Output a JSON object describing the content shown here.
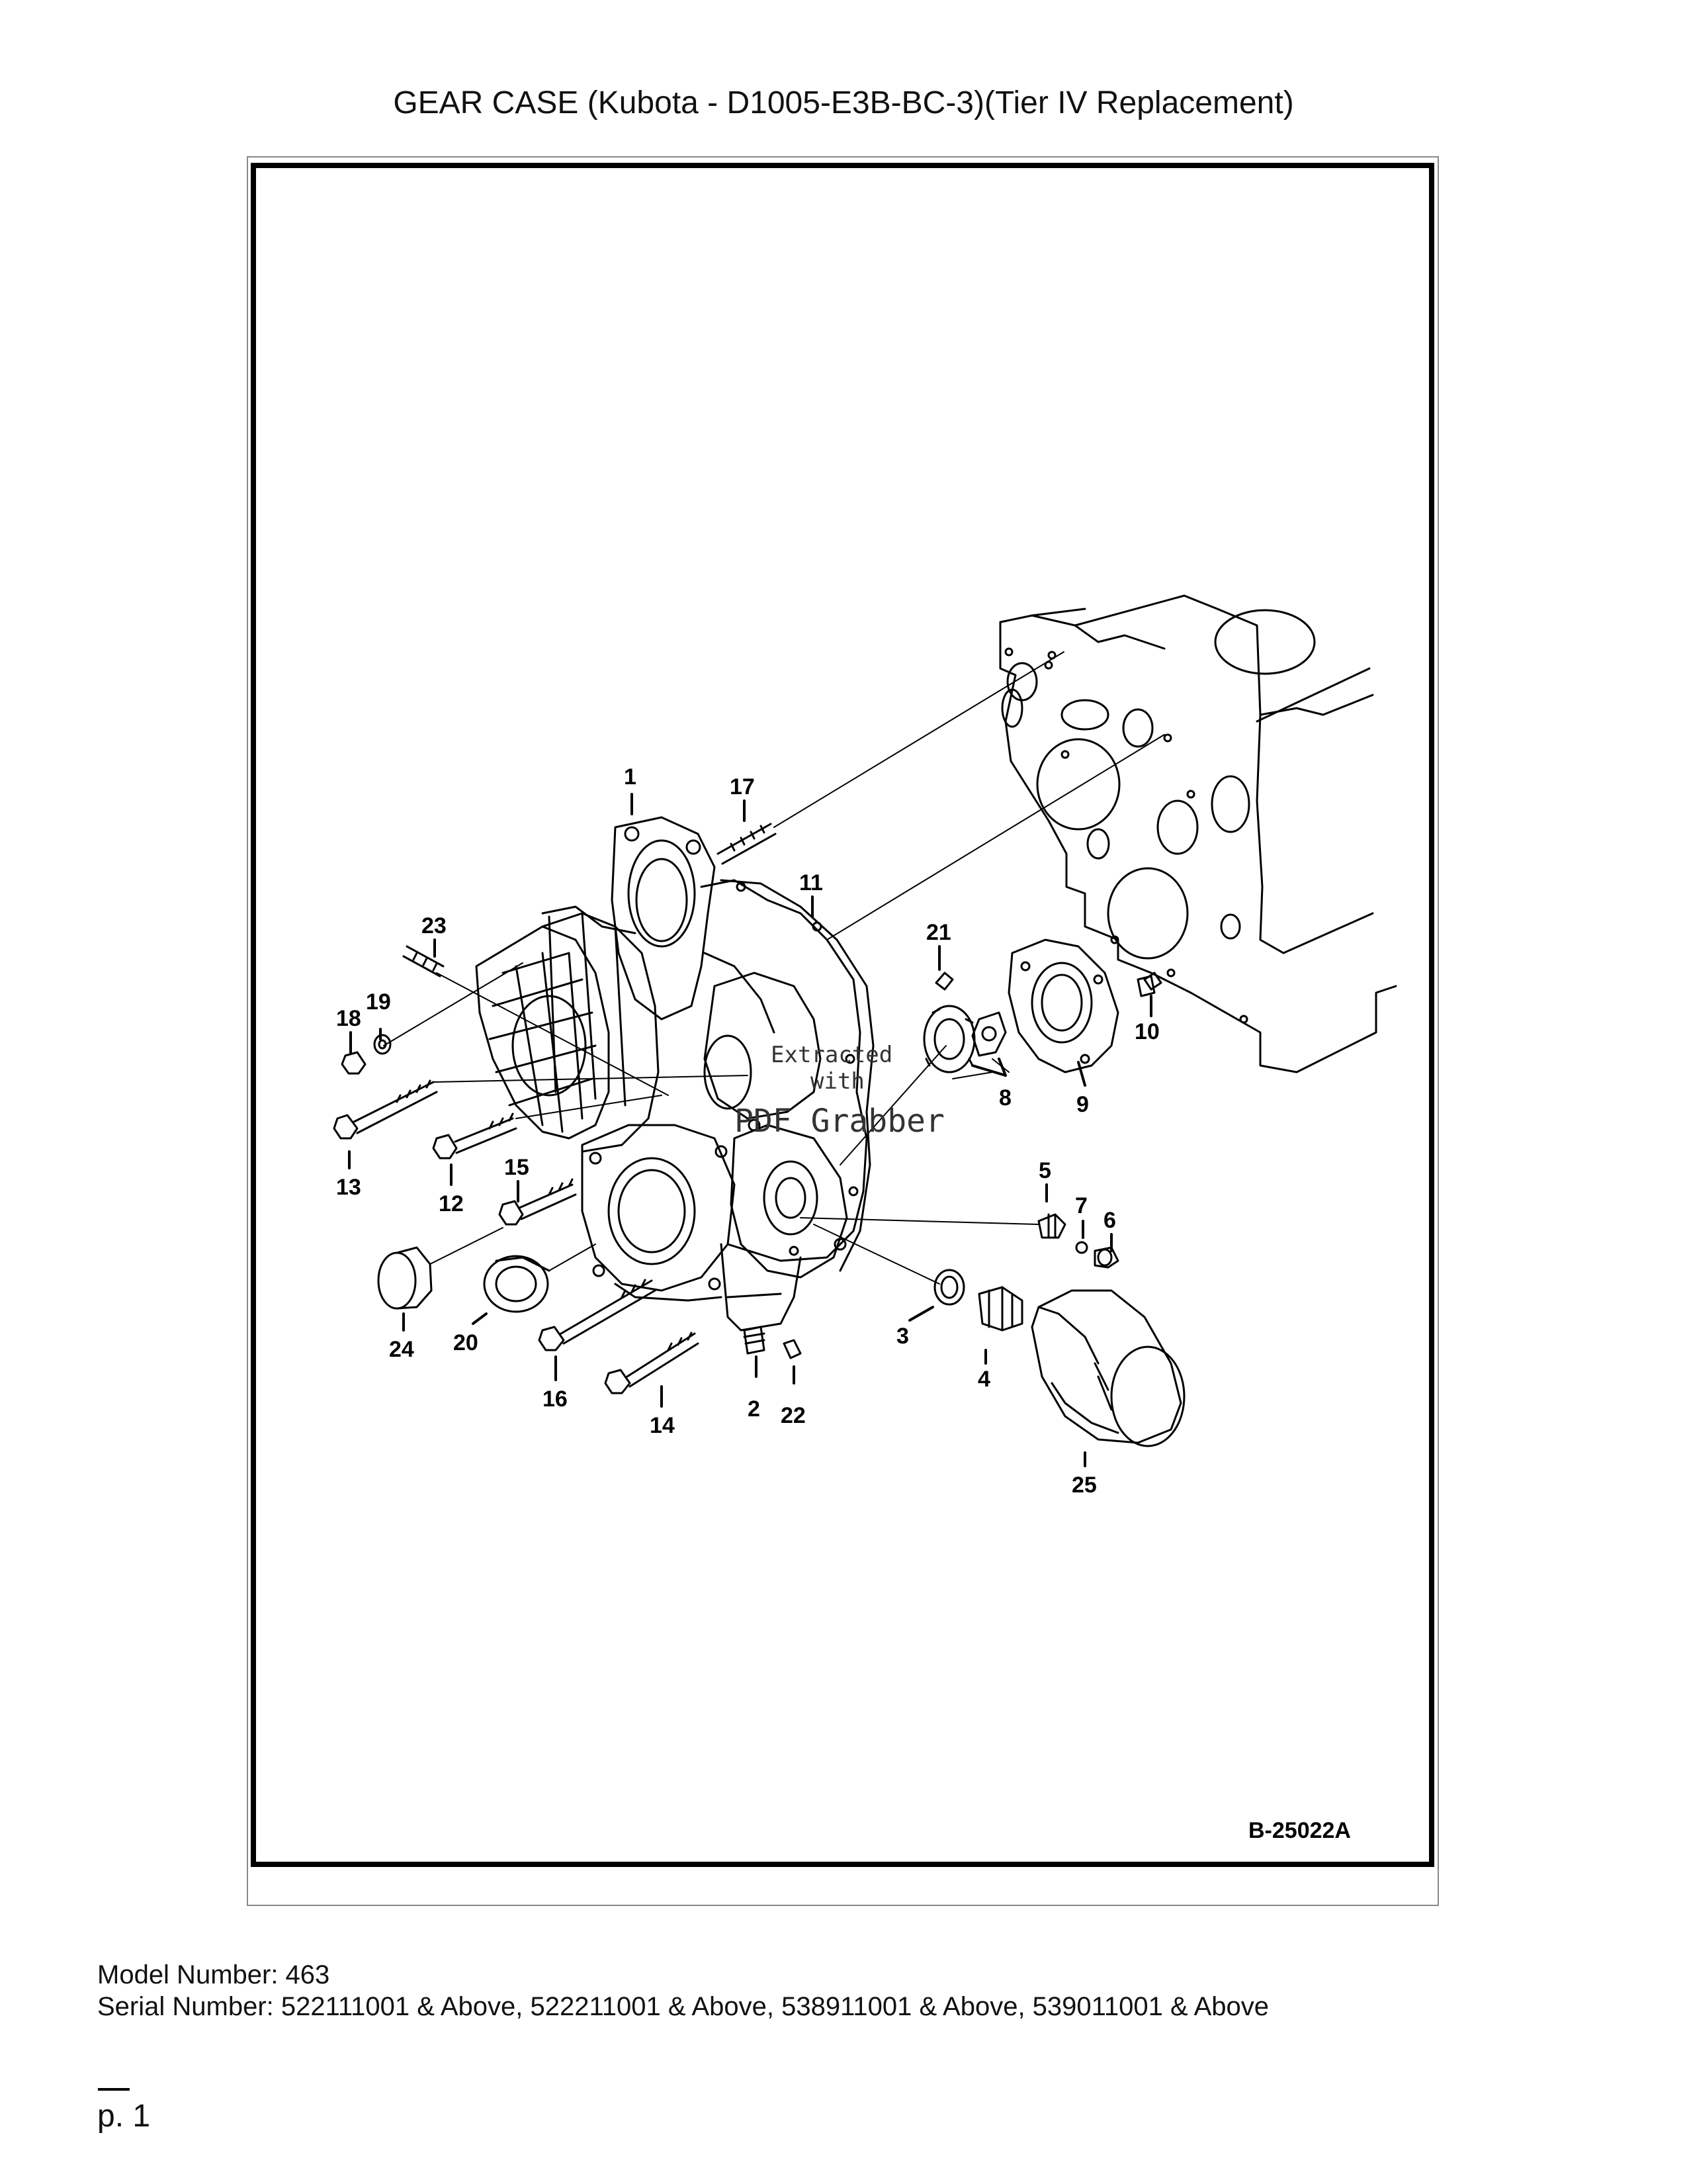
{
  "title": "GEAR CASE (Kubota - D1005-E3B-BC-3)(Tier IV Replacement)",
  "figure": {
    "code": "B-25022A",
    "callouts": [
      "1",
      "2",
      "3",
      "4",
      "5",
      "6",
      "7",
      "8",
      "9",
      "10",
      "11",
      "12",
      "13",
      "14",
      "15",
      "16",
      "17",
      "18",
      "19",
      "20",
      "21",
      "22",
      "23",
      "24",
      "25"
    ],
    "watermark": [
      "Extracted",
      "with",
      "PDF Grabber"
    ]
  },
  "info": {
    "model": "Model Number: 463",
    "serial": "Serial Number: 522111001 & Above, 522211001 & Above, 538911001 & Above, 539011001 & Above"
  },
  "page": {
    "number": "p. 1"
  }
}
